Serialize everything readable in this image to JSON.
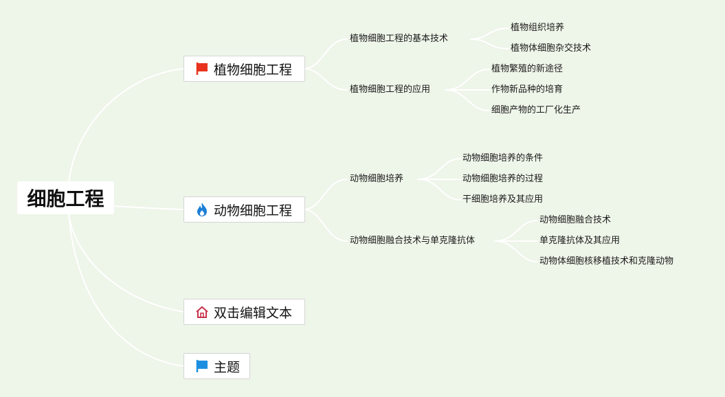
{
  "root": {
    "label": "细胞工程"
  },
  "main_topics": [
    {
      "label": "植物细胞工程",
      "icon": "red-flag-icon"
    },
    {
      "label": "动物细胞工程",
      "icon": "blue-fire-icon"
    },
    {
      "label": "双击编辑文本",
      "icon": "house-icon"
    },
    {
      "label": "主题",
      "icon": "blue-flag-icon"
    }
  ],
  "subtopics": {
    "plant_basic": {
      "label": "植物细胞工程的基本技术",
      "children": [
        "植物组织培养",
        "植物体细胞杂交技术"
      ]
    },
    "plant_app": {
      "label": "植物细胞工程的应用",
      "children": [
        "植物繁殖的新途径",
        "作物新品种的培育",
        "细胞产物的工厂化生产"
      ]
    },
    "animal_culture": {
      "label": "动物细胞培养",
      "children": [
        "动物细胞培养的条件",
        "动物细胞培养的过程",
        "干细胞培养及其应用"
      ]
    },
    "animal_fusion": {
      "label": "动物细胞融合技术与单克隆抗体",
      "children": [
        "动物细胞融合技术",
        "单克隆抗体及其应用",
        "动物体细胞核移植技术和克隆动物"
      ]
    }
  },
  "colors": {
    "background": "#eef5e9",
    "connector": "#ffffff",
    "flag_red": "#e8321e",
    "fire_blue": "#1e7fd6",
    "house_red": "#c8324a",
    "flag_blue": "#1e8fe0"
  }
}
